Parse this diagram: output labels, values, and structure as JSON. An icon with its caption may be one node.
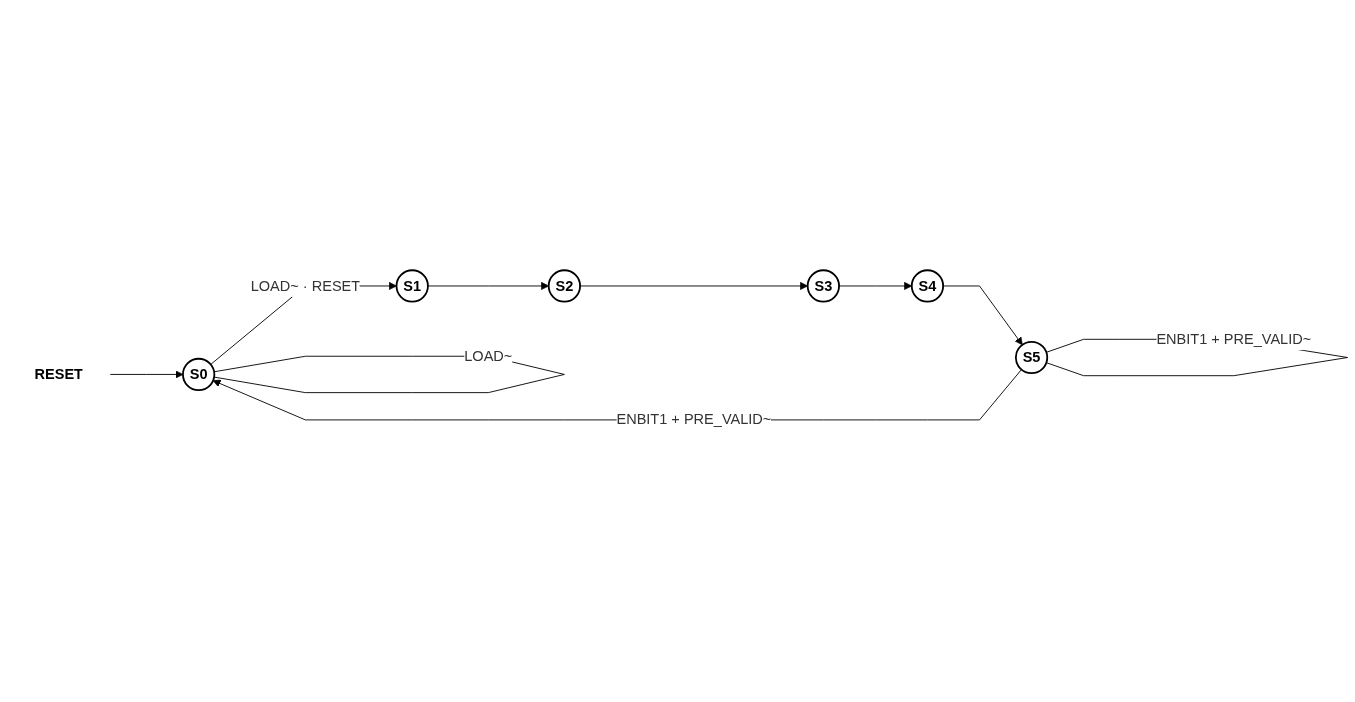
{
  "diagram": {
    "nodes": [
      {
        "text": [
          "RESET"
        ]
      },
      {
        "text": [
          "S5"
        ]
      },
      {
        "text": [
          "S0"
        ]
      },
      {
        "text": [
          "S1"
        ]
      },
      {
        "text": [
          "S4"
        ]
      },
      {
        "text": [
          "S3"
        ]
      },
      {
        "text": [
          "S2"
        ]
      }
    ],
    "edges": [
      {
        "from": 0,
        "to": 2,
        "arrow": "to"
      },
      {
        "from": 2,
        "to": 2,
        "arrow": "none",
        "label": "LOAD~"
      },
      {
        "from": 2,
        "to": 3,
        "arrow": "to",
        "label": "LOAD~ · RESET"
      },
      {
        "from": 3,
        "to": 6,
        "arrow": "to"
      },
      {
        "from": 6,
        "to": 5,
        "arrow": "to"
      },
      {
        "from": 5,
        "to": 4,
        "arrow": "to"
      },
      {
        "from": 4,
        "to": 1,
        "arrow": "to"
      },
      {
        "from": 1,
        "to": 1,
        "arrow": "none",
        "label": "ENBIT1 + PRE_VALID~"
      },
      {
        "from": 1,
        "to": 2,
        "arrow": "to",
        "label": "ENBIT1 + PRE_VALID~"
      }
    ]
  }
}
